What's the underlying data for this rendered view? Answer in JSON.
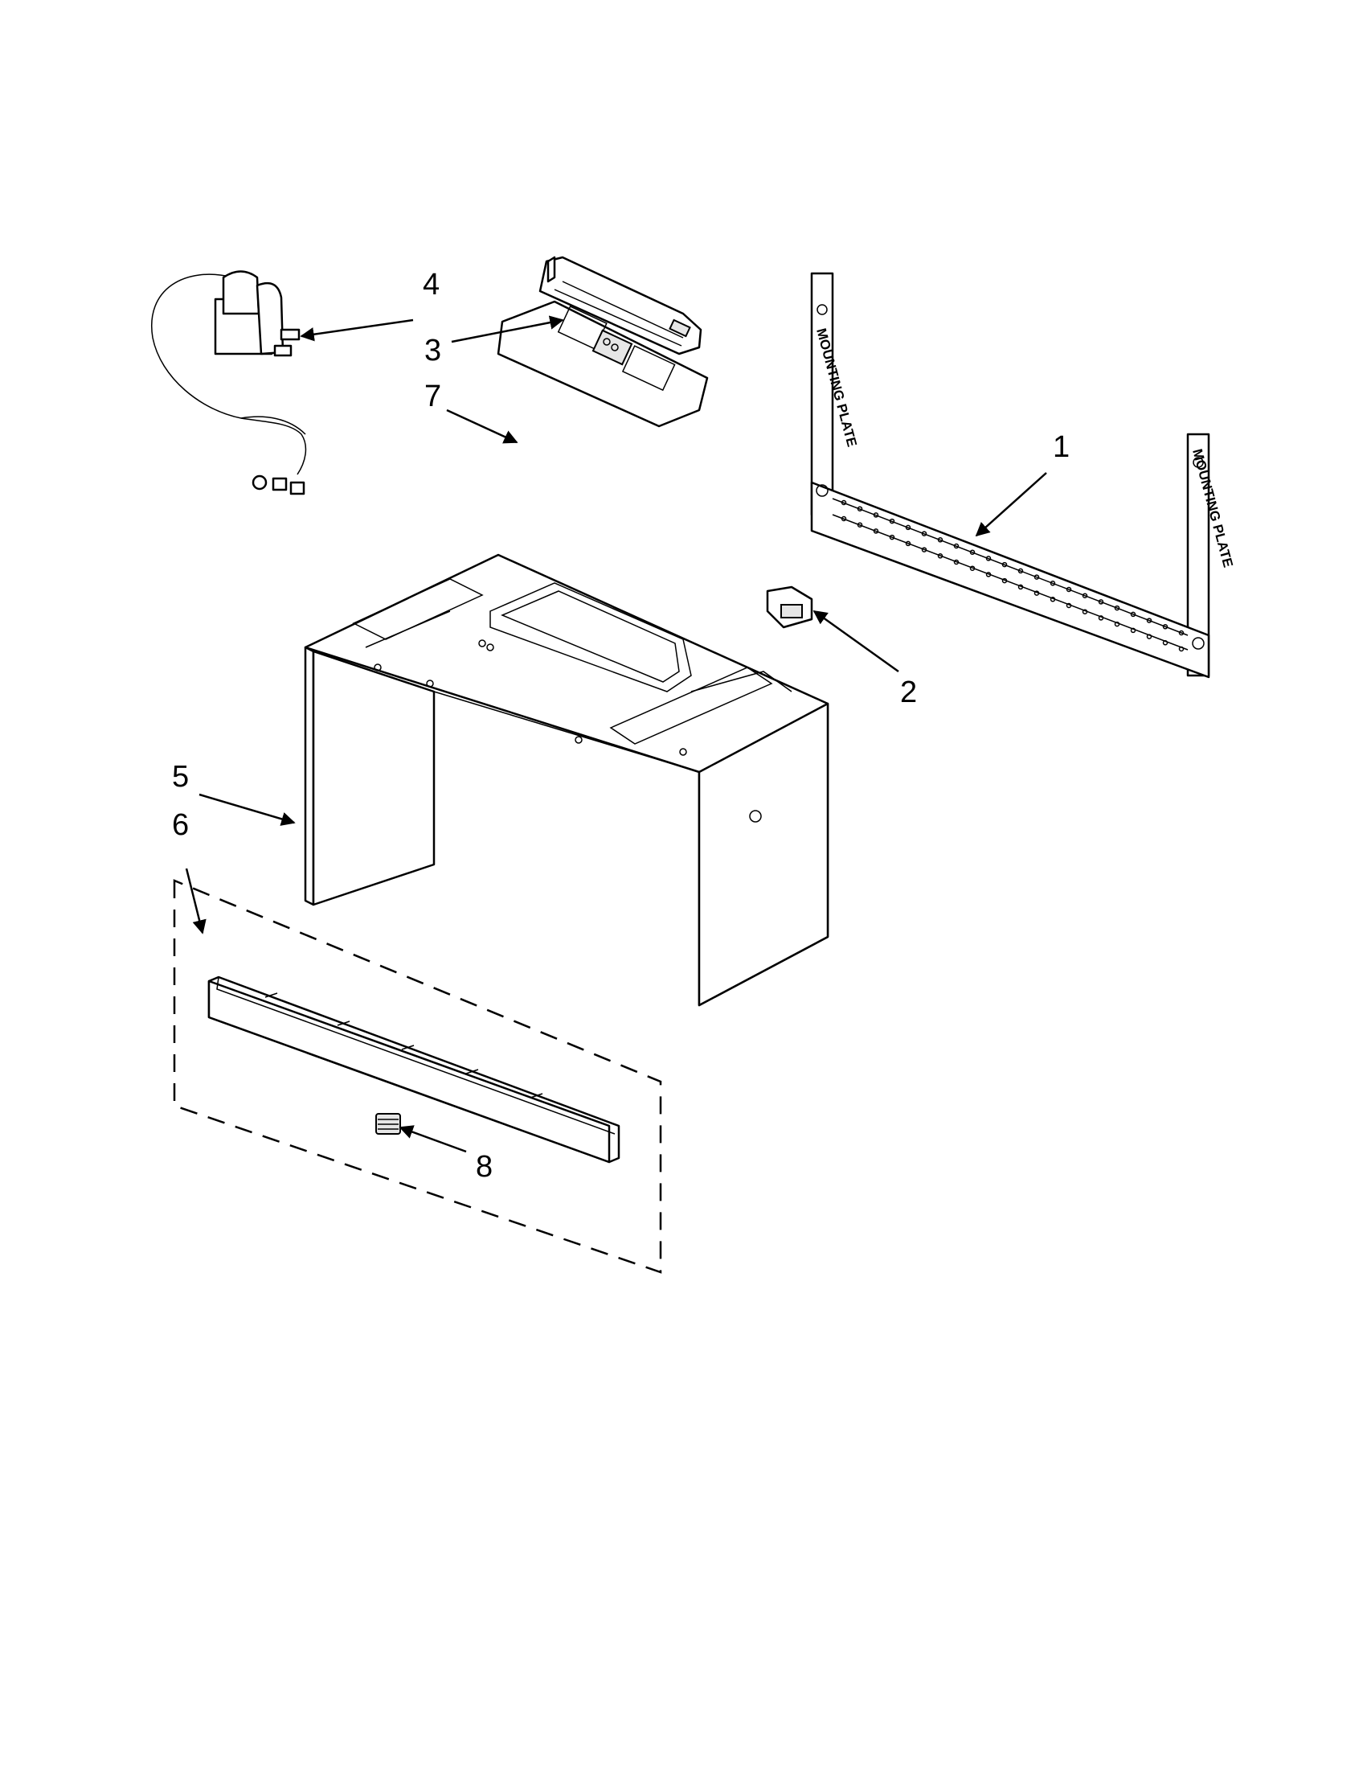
{
  "callouts": [
    {
      "id": "1",
      "label": "1"
    },
    {
      "id": "2",
      "label": "2"
    },
    {
      "id": "3",
      "label": "3"
    },
    {
      "id": "4",
      "label": "4"
    },
    {
      "id": "5",
      "label": "5"
    },
    {
      "id": "6",
      "label": "6"
    },
    {
      "id": "7",
      "label": "7"
    },
    {
      "id": "8",
      "label": "8"
    }
  ],
  "mounting_plate_text": "MOUNTING PLATE"
}
